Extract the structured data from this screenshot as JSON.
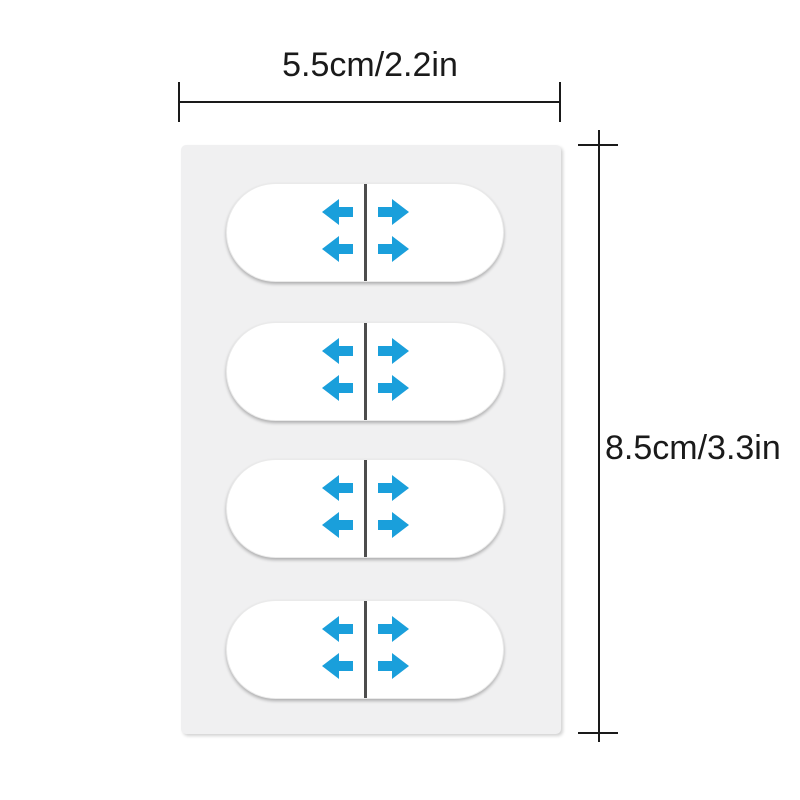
{
  "diagram": {
    "width_label": "5.5cm/2.2in",
    "height_label": "8.5cm/3.3in",
    "strip_count": 4,
    "arrows_per_strip": 4
  },
  "colors": {
    "arrow_blue": "#1a9fdb",
    "divider_gray": "#4d4d4d",
    "dimension_black": "#1a1a1a",
    "sheet_gray": "#f0f0f1",
    "strip_white": "#ffffff",
    "background_white": "#ffffff"
  }
}
